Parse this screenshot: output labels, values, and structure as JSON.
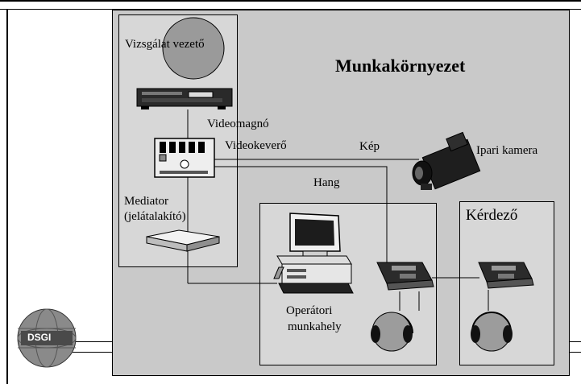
{
  "labels": {
    "workspace_title": "Munkakörnyezet",
    "supervisor": "Vizsgálat vezető",
    "vcr": "Videomagnó",
    "mixer": "Videokeverő",
    "image": "Kép",
    "camera": "Ipari kamera",
    "sound": "Hang",
    "mediator_1": "Mediator",
    "mediator_2": "(jelátalakító)",
    "interviewer": "Kérdező",
    "operator_1": "Operátori",
    "operator_2": "munkahely"
  },
  "logo": {
    "text": "DSGI"
  }
}
